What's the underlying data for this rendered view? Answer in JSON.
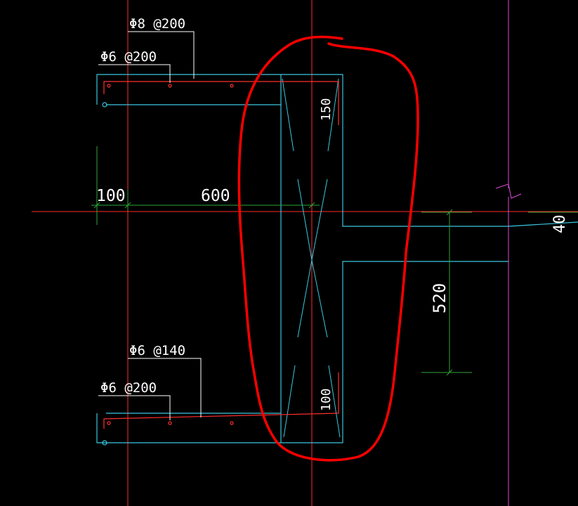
{
  "colors": {
    "background": "#000000",
    "outline": "#39c6de",
    "rebar": "#ff3030",
    "center_line": "#ff2a2a",
    "dim_line": "#2fa33a",
    "annotation_highlight": "#ff0000",
    "break_line": "#d94fd9",
    "leader": "#ffffff",
    "text": "#ffffff"
  },
  "rebar_labels": {
    "top_distribution": "Φ8 @200",
    "top_main": "Φ6 @200",
    "bottom_distribution": "Φ6 @140",
    "bottom_main": "Φ6 @200"
  },
  "dimensions": {
    "edge_width": "100",
    "span_width": "600",
    "top_thickness": "150",
    "bottom_thickness": "100",
    "step_height": "520",
    "slab_thickness": "40"
  }
}
